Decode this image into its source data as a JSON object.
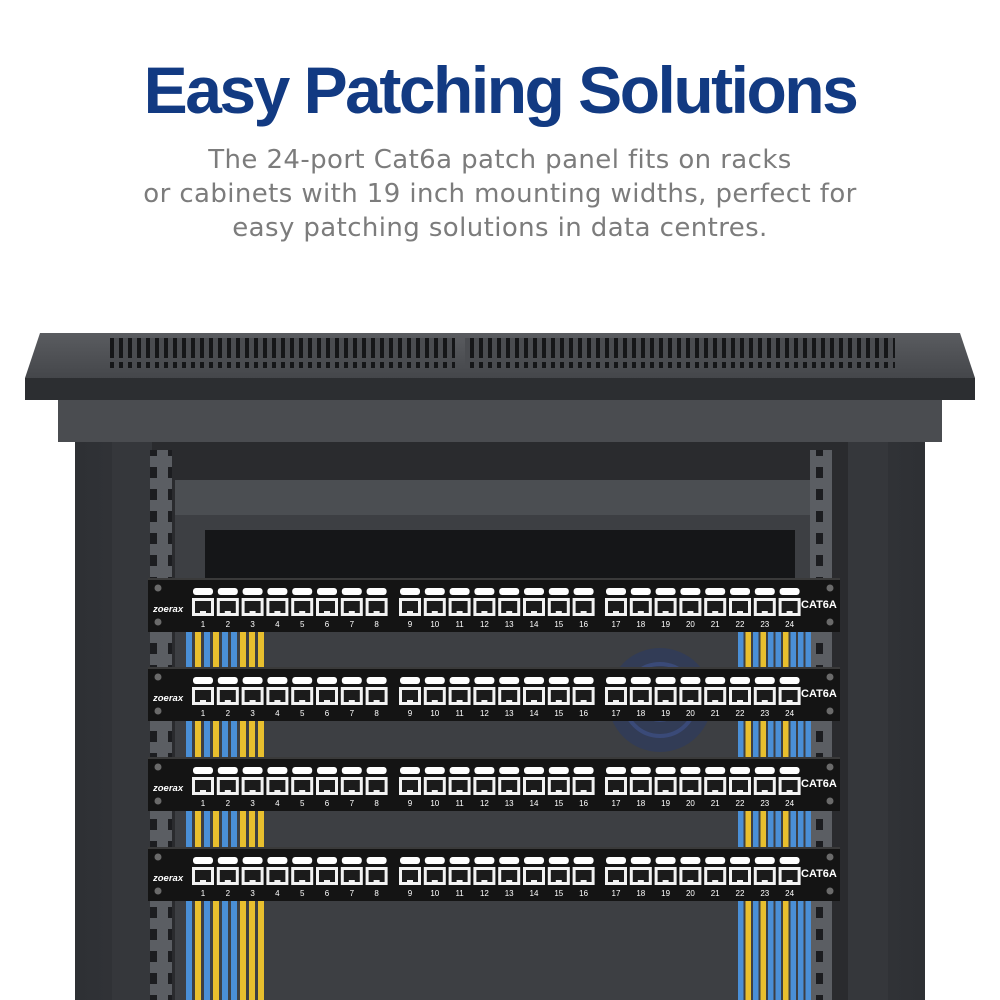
{
  "header": {
    "title": "Easy Patching Solutions",
    "subtitle_lines": [
      "The 24-port Cat6a patch panel fits on racks",
      "or cabinets with 19 inch mounting widths, perfect for",
      "easy patching solutions in data centres."
    ]
  },
  "panel": {
    "brand": "zoerax",
    "category_label": "CAT6A",
    "port_numbers": [
      "1",
      "2",
      "3",
      "4",
      "5",
      "6",
      "7",
      "8",
      "9",
      "10",
      "11",
      "12",
      "13",
      "14",
      "15",
      "16",
      "17",
      "18",
      "19",
      "20",
      "21",
      "22",
      "23",
      "24"
    ],
    "panel_count": 4
  },
  "colors": {
    "title": "#123a82",
    "subtitle": "#7c7c7c",
    "cabinet": "#3b3d41",
    "cable_blue": "#4a8fd6",
    "cable_yellow": "#e8bf2e"
  }
}
